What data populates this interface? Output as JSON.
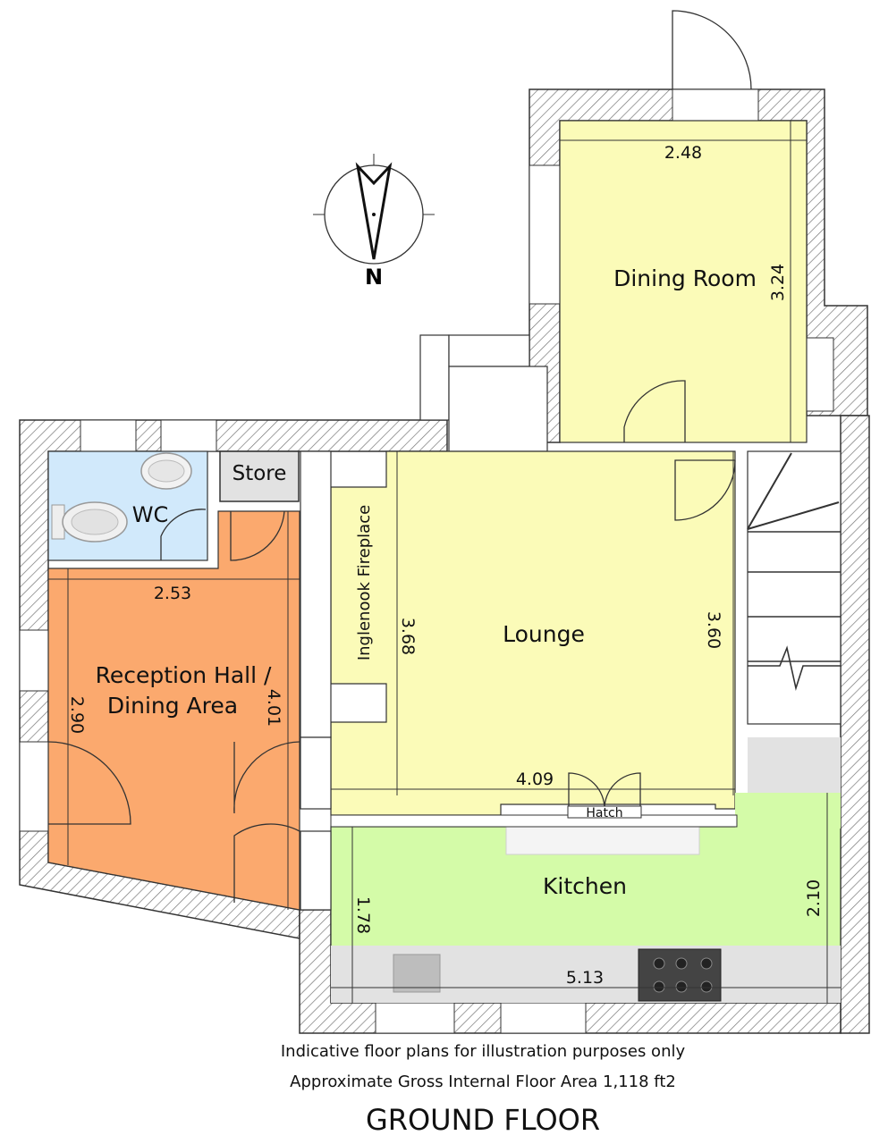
{
  "rooms": {
    "dining_room": "Dining Room",
    "lounge": "Lounge",
    "kitchen": "Kitchen",
    "reception_line1": "Reception Hall /",
    "reception_line2": "Dining Area",
    "wc": "WC",
    "store": "Store",
    "inglenook": "Inglenook Fireplace",
    "hatch": "Hatch"
  },
  "dimensions": {
    "dining_w": "2.48",
    "dining_h": "3.24",
    "lounge_left": "3.68",
    "lounge_right": "3.60",
    "lounge_w": "4.09",
    "reception_w": "2.53",
    "reception_left": "2.90",
    "reception_right": "4.01",
    "kitchen_left": "1.78",
    "kitchen_right": "2.10",
    "kitchen_w": "5.13"
  },
  "compass": {
    "label": "N"
  },
  "footer": {
    "note1": "Indicative floor plans for illustration purposes only",
    "note2": "Approximate Gross Internal Floor Area 1,118 ft2",
    "title": "GROUND FLOOR"
  },
  "colors": {
    "yellow": "#fbfbb8",
    "orange": "#fba96e",
    "green": "#d4fba8",
    "blue": "#d1e9fb",
    "grey": "#e2e2e2",
    "wall": "#ffffff"
  }
}
